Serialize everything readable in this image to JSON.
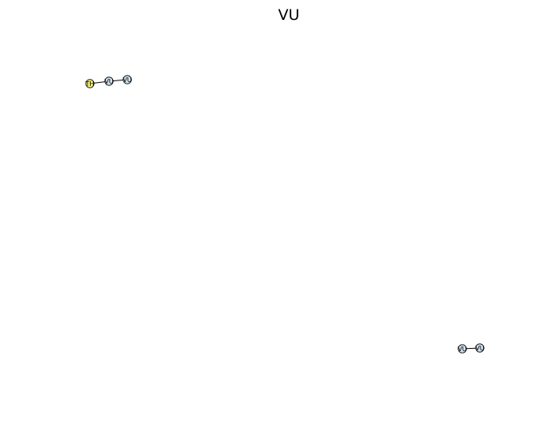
{
  "title": "VU",
  "colors": {
    "VU": "#cfe0ec",
    "TH": "#f4f07a",
    "background": "#ffffff",
    "stroke": "#000000"
  },
  "graph": {
    "nodes": [
      {
        "id": "n1",
        "label": "TH",
        "category": "TH"
      },
      {
        "id": "n2",
        "label": "VU",
        "category": "VU"
      },
      {
        "id": "n3",
        "label": "VU",
        "category": "VU"
      },
      {
        "id": "n4",
        "label": "VU",
        "category": "VU"
      },
      {
        "id": "n5",
        "label": "VU",
        "category": "VU"
      }
    ],
    "edges": [
      {
        "source": "n1",
        "target": "n2"
      },
      {
        "source": "n2",
        "target": "n3"
      },
      {
        "source": "n4",
        "target": "n5"
      }
    ]
  }
}
